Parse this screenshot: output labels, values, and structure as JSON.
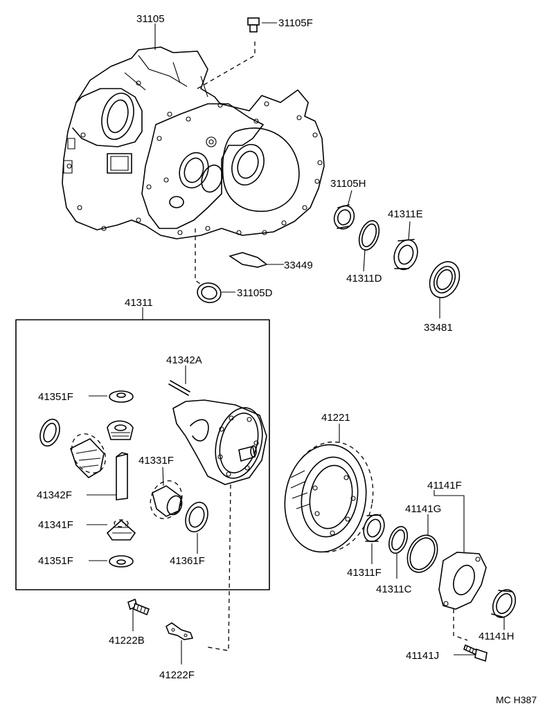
{
  "diagram": {
    "labels": {
      "p31105": "31105",
      "p31105F": "31105F",
      "p31105H": "31105H",
      "p41311E": "41311E",
      "p33449": "33449",
      "p41311D": "41311D",
      "p33481": "33481",
      "p31105D": "31105D",
      "p41311": "41311",
      "p41342A": "41342A",
      "p41351F_top": "41351F",
      "p41331F": "41331F",
      "p41342F": "41342F",
      "p41341F": "41341F",
      "p41351F_bottom": "41351F",
      "p41361F": "41361F",
      "p41221": "41221",
      "p41141F": "41141F",
      "p41141G": "41141G",
      "p41311F": "41311F",
      "p41311C": "41311C",
      "p41141H": "41141H",
      "p41141J": "41141J",
      "p41222B": "41222B",
      "p41222F": "41222F"
    },
    "code": "MC H387"
  }
}
